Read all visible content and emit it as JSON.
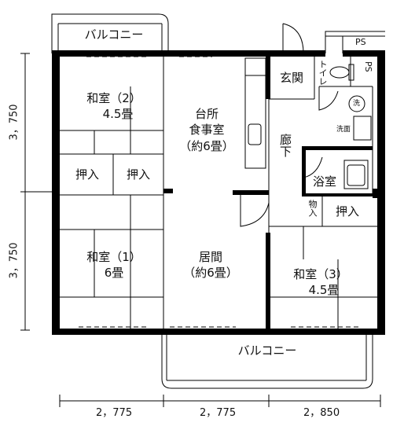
{
  "balcony_top": "バルコニー",
  "balcony_bottom": "バルコニー",
  "ps_top": "PS",
  "ps_side": "PS",
  "entrance": "玄関",
  "toilet": "トイレ",
  "wash_mark": "洗",
  "washroom": "洗面",
  "corridor": "廊下",
  "bath": "浴室",
  "storage_small": "物入",
  "oshiire_1": "押入",
  "oshiire_2": "押入",
  "oshiire_3": "押入",
  "room2": {
    "name": "和室（2）",
    "size": "4.5畳"
  },
  "kitchen": {
    "name1": "台所",
    "name2": "食事室",
    "size": "（約6畳）"
  },
  "room1": {
    "name": "和室（1）",
    "size": "6畳"
  },
  "living": {
    "name": "居間",
    "size": "（約6畳）"
  },
  "room3": {
    "name": "和室（3）",
    "size": "4.5畳"
  },
  "dims": {
    "left_top": "3，750",
    "left_bottom": "3，750",
    "bottom_1": "2，775",
    "bottom_2": "2，775",
    "bottom_3": "2，850"
  }
}
